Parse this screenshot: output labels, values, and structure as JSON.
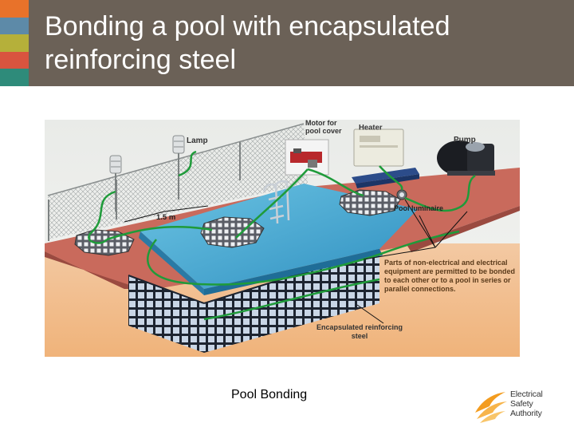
{
  "slide": {
    "title": "Bonding a pool with encapsulated\nreinforcing steel",
    "caption": "Pool Bonding"
  },
  "header": {
    "stripe_colors": [
      "#e8722a",
      "#5d8aa8",
      "#b5b03a",
      "#d9543f",
      "#2e8b7a"
    ]
  },
  "diagram": {
    "labels": {
      "lamp": "Lamp",
      "motor": "Motor for pool cover",
      "heater": "Heater",
      "pump": "Pump",
      "distance": "1.5 m",
      "luminaire": "Pool luminaire",
      "note": "Parts of non-electrical and electrical equipment are permitted to be bonded to each other or to a pool in series or parallel connections.",
      "steel": "Encapsulated reinforcing steel"
    }
  },
  "logo": {
    "line1": "Electrical",
    "line2": "Safety",
    "line3": "Authority"
  }
}
